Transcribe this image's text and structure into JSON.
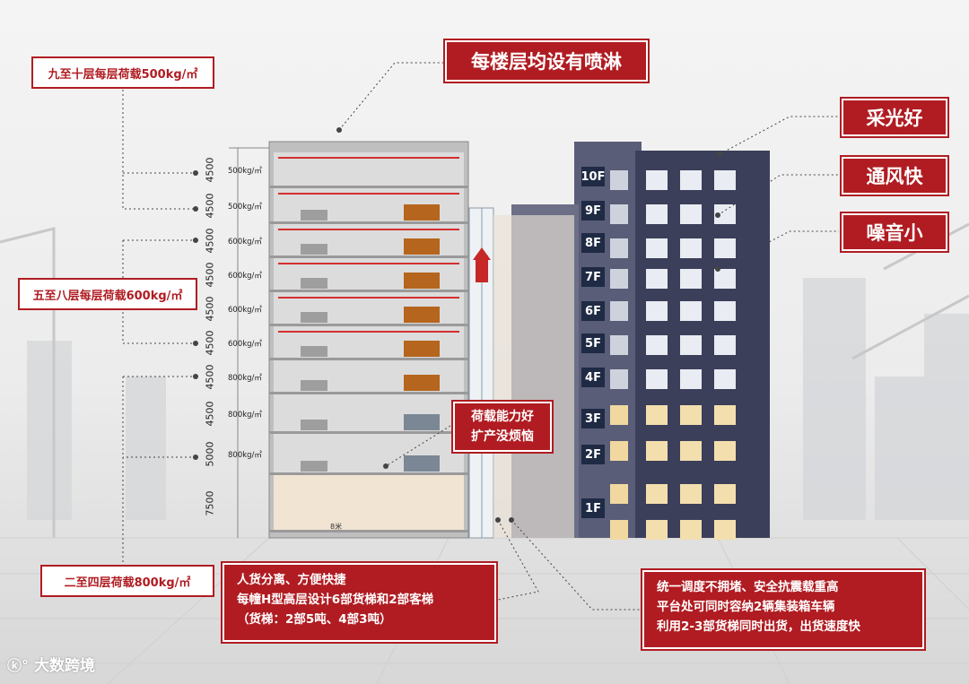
{
  "title": "每楼层均设有喷淋",
  "side_labels": {
    "top": "九至十层每层荷载500kg/㎡",
    "middle": "五至八层每层荷载600kg/㎡",
    "bottom": "二至四层荷载800kg/㎡"
  },
  "feature_tags": [
    "采光好",
    "通风快",
    "噪音小"
  ],
  "load_tag": [
    "荷载能力好",
    "扩产没烦恼"
  ],
  "elevator_note": [
    "人货分离、方便快捷",
    "每幢H型高层设计6部货梯和2部客梯",
    "（货梯：2部5吨、4部3吨）"
  ],
  "dispatch_note": [
    "统一调度不拥堵、安全抗震载重高",
    "平台处可同时容纳2辆集装箱车辆",
    "利用2-3部货梯同时出货，出货速度快"
  ],
  "floor_heights": [
    "4500",
    "4500",
    "4500",
    "4500",
    "4500",
    "4500",
    "4500",
    "4500",
    "5000",
    "7500"
  ],
  "floor_loads": [
    "500kg/㎡",
    "500kg/㎡",
    "600kg/㎡",
    "600kg/㎡",
    "600kg/㎡",
    "600kg/㎡",
    "800kg/㎡",
    "800kg/㎡",
    "800kg/㎡"
  ],
  "floor_numbers": [
    "10F",
    "9F",
    "8F",
    "7F",
    "6F",
    "5F",
    "4F",
    "3F",
    "2F",
    "1F"
  ],
  "span_label": "8米",
  "watermark": "大数跨境",
  "colors": {
    "accent": "#b01c22",
    "building": "#3c3f5a",
    "window_lit": "#f3dfae"
  }
}
